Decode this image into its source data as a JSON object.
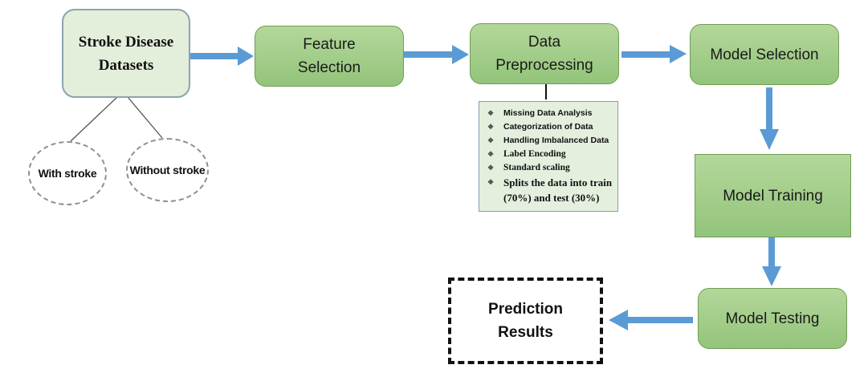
{
  "diagram": {
    "source": {
      "line1": "Stroke Disease",
      "line2": "Datasets"
    },
    "classes": [
      "With stroke",
      "Without stroke"
    ],
    "steps": {
      "feature_selection": {
        "line1": "Feature",
        "line2": "Selection"
      },
      "data_preprocessing": {
        "line1": "Data",
        "line2": "Preprocessing"
      },
      "model_selection": "Model Selection",
      "model_training": "Model Training",
      "model_testing": "Model Testing"
    },
    "preprocessing_details": [
      "Missing Data Analysis",
      "Categorization of Data",
      "Handling Imbalanced Data",
      "Label Encoding",
      "Standard scaling",
      "Splits the data into train",
      "(70%) and test (30%)"
    ],
    "bullet_glyph": "❖",
    "result": {
      "line1": "Prediction",
      "line2": "Results"
    },
    "colors": {
      "arrow": "#5b9bd5",
      "step_fill_top": "#b4d79a",
      "step_fill_bottom": "#93c47b",
      "source_fill": "#e3eedb",
      "details_fill": "#e4efdd"
    }
  }
}
